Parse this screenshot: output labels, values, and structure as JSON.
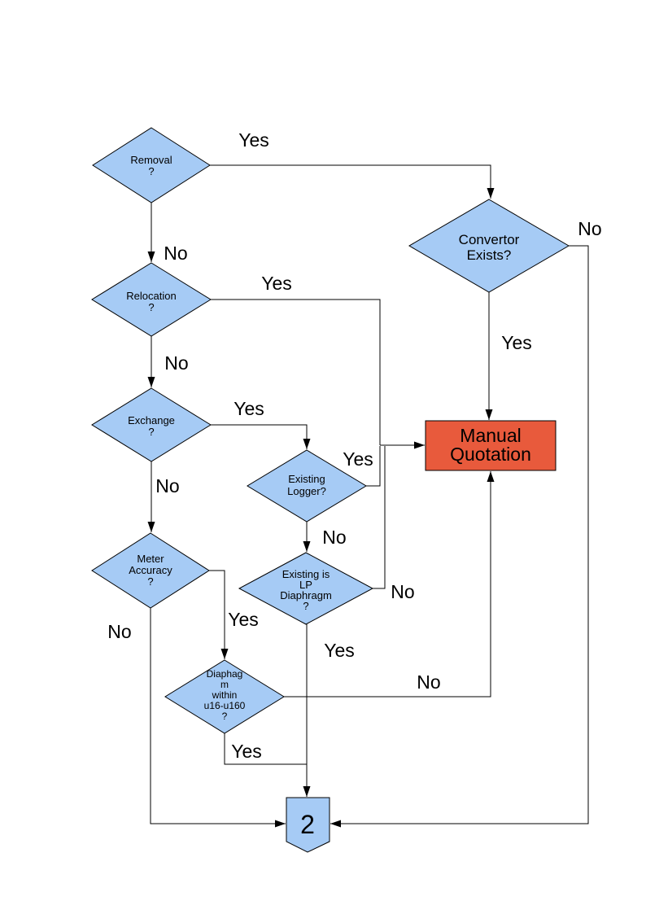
{
  "diagram": {
    "colors": {
      "node_fill": "#A6CBF5",
      "node_border": "#000000",
      "manual_quotation_fill": "#E85A3C",
      "line": "#000000"
    },
    "nodes": {
      "removal": {
        "lines": [
          "Removal",
          "?"
        ]
      },
      "convertor_exists": {
        "lines": [
          "Convertor",
          "Exists?"
        ]
      },
      "relocation": {
        "lines": [
          "Relocation",
          "?"
        ]
      },
      "exchange": {
        "lines": [
          "Exchange",
          "?"
        ]
      },
      "existing_logger": {
        "lines": [
          "Existing",
          "Logger?"
        ]
      },
      "meter_accuracy": {
        "lines": [
          "Meter",
          "Accuracy",
          "?"
        ]
      },
      "existing_lp_diaphragm": {
        "lines": [
          "Existing is",
          "LP",
          "Diaphragm",
          "?"
        ]
      },
      "diaphragm_within": {
        "lines": [
          "Diaphag",
          "m",
          "within",
          "u16-u160",
          "?"
        ]
      },
      "manual_quotation": {
        "lines": [
          "Manual",
          "Quotation"
        ]
      },
      "connector_2": {
        "label": "2"
      }
    },
    "edge_labels": {
      "removal_yes": "Yes",
      "removal_no": "No",
      "convertor_exists_no": "No",
      "convertor_exists_yes": "Yes",
      "relocation_yes": "Yes",
      "relocation_no": "No",
      "exchange_yes": "Yes",
      "exchange_no": "No",
      "existing_logger_yes": "Yes",
      "existing_logger_no": "No",
      "existing_lp_diaphragm_no": "No",
      "existing_lp_diaphragm_yes": "Yes",
      "meter_accuracy_yes": "Yes",
      "meter_accuracy_no": "No",
      "diaphragm_within_no": "No",
      "diaphragm_within_yes": "Yes"
    }
  }
}
